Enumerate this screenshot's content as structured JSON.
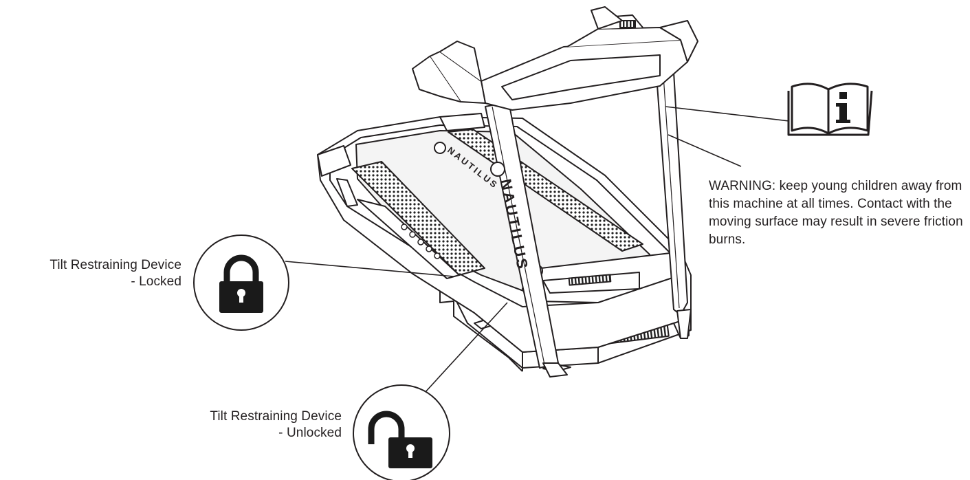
{
  "callouts": {
    "locked": {
      "line1": "Tilt Restraining Device",
      "line2": "- Locked",
      "icon": "padlock-locked-icon"
    },
    "unlocked": {
      "line1": "Tilt Restraining Device",
      "line2": "- Unlocked",
      "icon": "padlock-unlocked-icon"
    },
    "warning": {
      "text": "WARNING: keep young children away from this machine at all times. Contact with the moving surface may result in severe friction burns.",
      "icon": "manual-info-book-icon"
    }
  },
  "machine": {
    "brand_upright": "NAUTILUS",
    "brand_deck": "NAUTILUS"
  },
  "colors": {
    "line": "#231f20",
    "fill": "#ffffff",
    "dark": "#1a1a1a",
    "mid": "#555555"
  }
}
